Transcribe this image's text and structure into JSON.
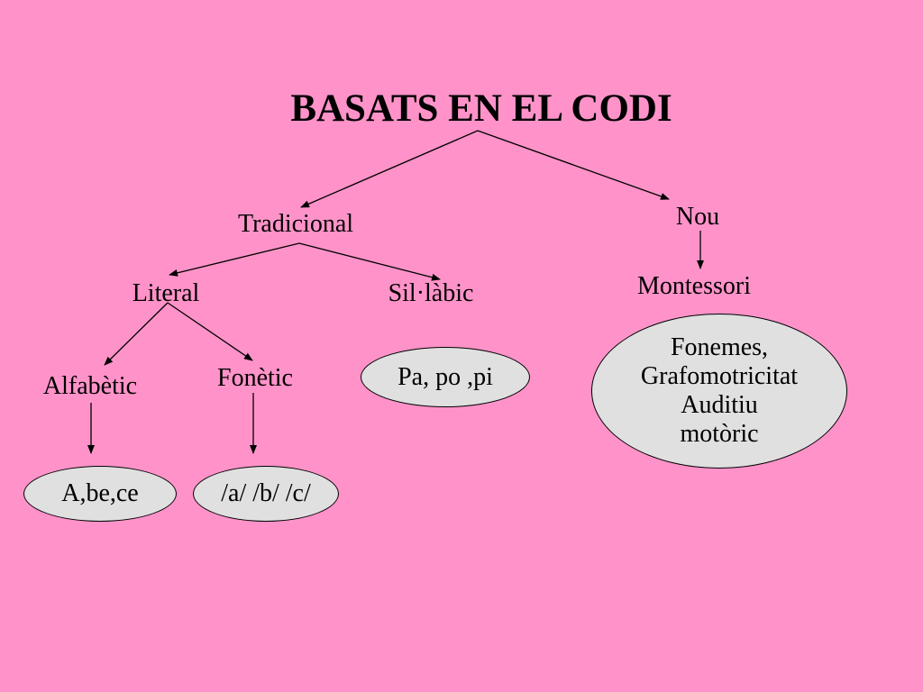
{
  "title": "BASATS EN EL CODI",
  "nodes": {
    "tradicional": "Tradicional",
    "nou": "Nou",
    "literal": "Literal",
    "sillabic": "Sil·làbic",
    "montessori": "Montessori",
    "alfabetic": "Alfabètic",
    "fonetic": "Fonètic"
  },
  "ellipses": {
    "alfabetic_example": "A,be,ce",
    "fonetic_example": "/a/ /b/ /c/",
    "sillabic_example": "Pa, po ,pi",
    "montessori_lines": [
      "Fonemes,",
      "Grafomotricitat",
      "Auditiu",
      "motòric"
    ]
  },
  "colors": {
    "background": "#ff93c9",
    "ellipse_fill": "#e0e0e0",
    "line": "#000000"
  }
}
